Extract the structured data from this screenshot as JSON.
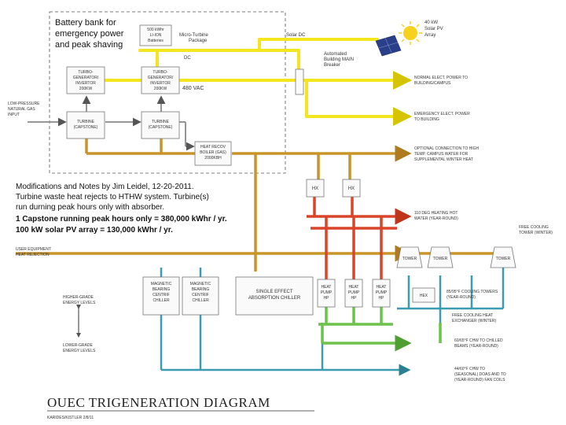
{
  "title": "OUEC TRIGENERATION DIAGRAM",
  "subtitle": "KARIDES/KISTLER 2/8/11",
  "battery_note": [
    "Battery bank for",
    "emergency power",
    "and peak shaving"
  ],
  "equipment": {
    "battery": [
      "500 kWhr",
      "LI-ION",
      "Batteries"
    ],
    "micro_turbine_package": [
      "Micro-Turbine",
      "Package"
    ],
    "tg_left": [
      "TURBO-",
      "GENERATOR/",
      "INVERTOR",
      "200KW"
    ],
    "tg_right": [
      "TURBO-",
      "GENERATOR/",
      "INVERTOR",
      "200KW"
    ],
    "turbine_left": [
      "TURBINE",
      "(CAPSTONE)"
    ],
    "turbine_right": [
      "TURBINE",
      "(CAPSTONE)"
    ],
    "heat_recov": [
      "HEAT RECOV",
      "BOILER (GAS)",
      "2000KBH"
    ],
    "breaker": [
      "Automated",
      "Building MAIN",
      "Breaker"
    ],
    "hx_left": "HX",
    "hx_right": "HX",
    "chiller_1": [
      "MAGNETIC",
      "BEARING",
      "CENTRIF",
      "CHILLER"
    ],
    "chiller_2": [
      "MAGNETIC",
      "BEARING",
      "CENTRIF",
      "CHILLER"
    ],
    "absorption": [
      "SINGLE EFFECT",
      "ABSORPTION CHILLER"
    ],
    "heat_pump_1": [
      "HEAT",
      "PUMP",
      "HP"
    ],
    "heat_pump_2": [
      "HEAT",
      "PUMP",
      "HP"
    ],
    "heat_pump_3": [
      "HEAT",
      "PUMP",
      "HP"
    ],
    "tower_1": "TOWER",
    "tower_2": "TOWER",
    "tower_3": "TOWER",
    "hex": "HEX"
  },
  "labels": {
    "solar_dc": "Solar DC",
    "dc": "DC",
    "vac_480": "480 VAC",
    "solar_pv": [
      "40 kW",
      "Solar PV",
      "Array"
    ],
    "gas_input": [
      "LOW-PRESSURE",
      "NATURAL GAS",
      "INPUT"
    ],
    "normal_power": [
      "NORMAL ELECT. POWER TO",
      "BUILDING/CAMPUS"
    ],
    "emergency_power": [
      "EMERGENCY ELECT. POWER",
      "TO BUILDING"
    ],
    "optional_connection": [
      "OPTIONAL CONNECTION TO HIGH",
      "TEMP. CAMPUS WATER FOR",
      "SUPPLEMENTAL WINTER HEAT"
    ],
    "hot_water": [
      "110 DEG HEATING HOT",
      "WATER (YEAR-ROUND)"
    ],
    "free_cooling_tower": [
      "FREE COOLING",
      "TOWER (WINTER)"
    ],
    "heat_rejection": [
      "USER EQUIPMENT",
      "HEAT REJECTION"
    ],
    "cooling_tower_loop": [
      "85/95°F COOLING TOWERS",
      "(YEAR-ROUND)"
    ],
    "free_cooling_hx": [
      "FREE COOLING HEAT",
      "EXCHANGER (WINTER)"
    ],
    "chw_60": [
      "60/65°F CHW TO CHILLED",
      "BEAMS (YEAR-ROUND)"
    ],
    "chw_44": [
      "44/60°F CHW TO",
      "(SEASONAL) DOAS AND TO",
      "(YEAR-ROUND) FAN COILS"
    ],
    "higher_grade": [
      "HIGHER-GRADE",
      "ENERGY LEVELS"
    ],
    "lower_grade": [
      "LOWER-GRADE",
      "ENERGY LEVELS"
    ]
  },
  "notes": [
    "Modifications and Notes by Jim Leidel, 12-20-2011.",
    "Turbine waste heat rejects to HTHW system.  Turbine(s)",
    "run durning peak hours only with absorber.",
    "1 Capstone running peak hours only = 380,000 kWhr / yr.",
    "100 kW solar PV array = 130,000 kWhr / yr."
  ],
  "colors": {
    "electric": "#f3e61e",
    "gas": "#8a8a8a",
    "heat": "#c9952a",
    "hot_water": "#d9452a",
    "cooling_water": "#3a9cb0",
    "chilled_water": "#6cc24a"
  },
  "icons": [
    "sun-icon",
    "solar-panel-icon",
    "double-arrow-icon"
  ]
}
